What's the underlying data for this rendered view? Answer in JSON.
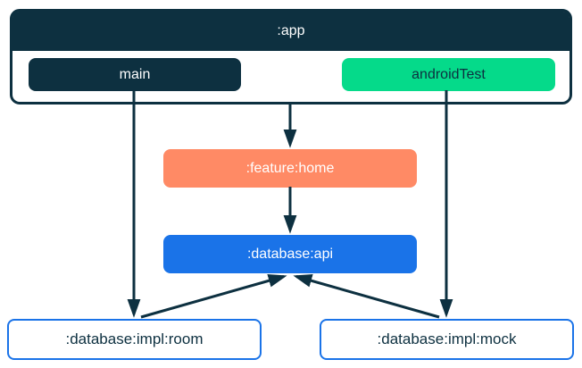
{
  "diagram": {
    "type": "module-dependency-graph",
    "app_container": {
      "label": ":app",
      "header_color": "#0D3040",
      "body_color": "#FFFFFF"
    },
    "nodes": {
      "main": {
        "label": "main",
        "color": "#0D3040",
        "text_color": "#FFFFFF"
      },
      "androidTest": {
        "label": "androidTest",
        "color": "#05DA8A",
        "text_color": "#0D3040"
      },
      "featureHome": {
        "label": ":feature:home",
        "color": "#FF8A65",
        "text_color": "#FFFFFF"
      },
      "databaseApi": {
        "label": ":database:api",
        "color": "#1A73E8",
        "text_color": "#FFFFFF"
      },
      "databaseImplRoom": {
        "label": ":database:impl:room",
        "color": "#FFFFFF",
        "border_color": "#1A73E8",
        "text_color": "#0D3040"
      },
      "databaseImplMock": {
        "label": ":database:impl:mock",
        "color": "#FFFFFF",
        "border_color": "#1A73E8",
        "text_color": "#0D3040"
      }
    },
    "edges": [
      {
        "from": "main",
        "to": "databaseImplRoom"
      },
      {
        "from": "app",
        "to": "featureHome"
      },
      {
        "from": "featureHome",
        "to": "databaseApi"
      },
      {
        "from": "androidTest",
        "to": "databaseImplMock"
      },
      {
        "from": "databaseImplRoom",
        "to": "databaseApi"
      },
      {
        "from": "databaseImplMock",
        "to": "databaseApi"
      }
    ],
    "arrow_color": "#0D3040"
  }
}
